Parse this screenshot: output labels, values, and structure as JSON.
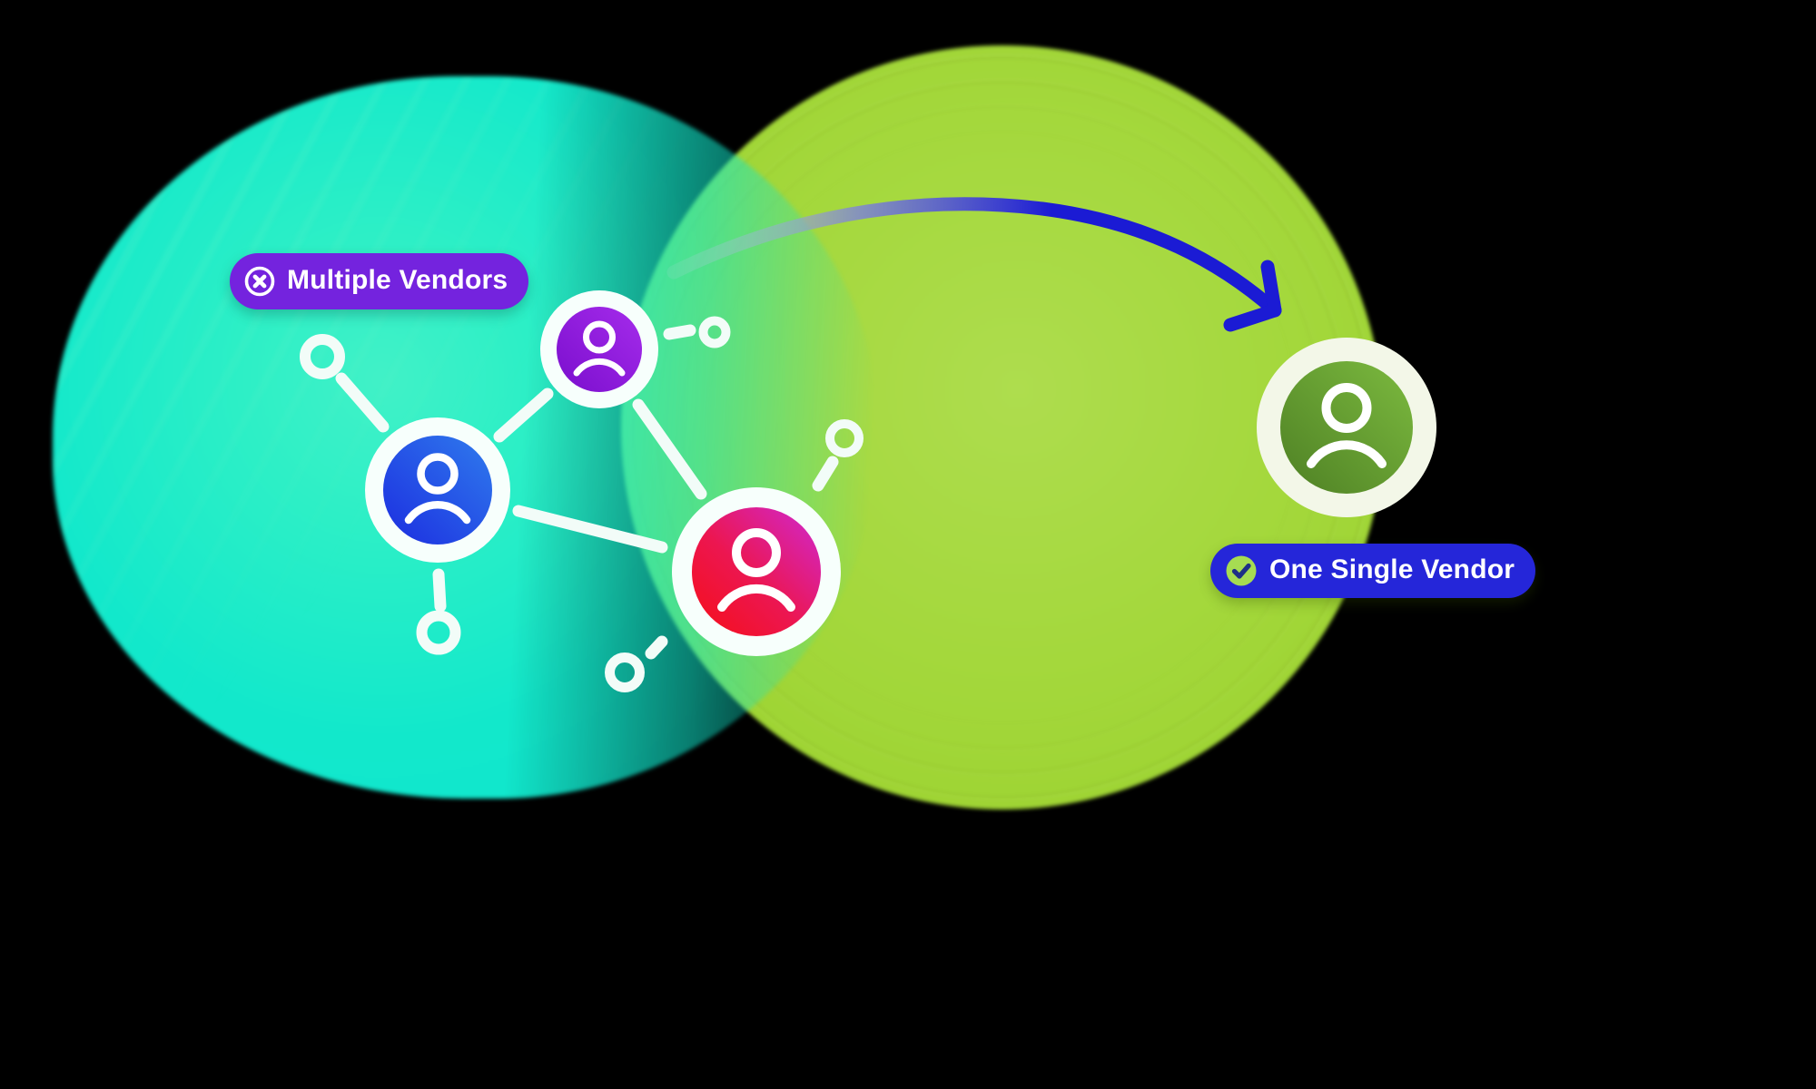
{
  "badges": {
    "multiple_vendors": {
      "label": "Multiple Vendors",
      "icon": "circle-x-icon"
    },
    "one_single_vendor": {
      "label": "One Single Vendor",
      "icon": "circle-check-icon"
    }
  },
  "graphic": {
    "left_cluster": {
      "vendor_avatars": [
        "purple-user-avatar",
        "blue-user-avatar",
        "red-user-avatar"
      ],
      "connector_node_count": 5
    },
    "right_cluster": {
      "vendor_avatars": [
        "green-user-avatar"
      ]
    },
    "arrow": "curved-arrow-left-to-right"
  },
  "colors": {
    "teal-blob": "#12e8cb",
    "teal-blob-hi": "#2defc6",
    "green-blob": "#a4d83c",
    "green-blob-hi": "#aedd4e",
    "badge-purple": "#7423de",
    "badge-blue": "#2526d9",
    "badge-text": "#ffffff",
    "arrow-blue": "#1b1bd4",
    "check-circle-green": "#a6dc52",
    "check-mark-navy": "#1e2f86",
    "node-white": "#f2fcf8",
    "ring-white": "#f7fffc",
    "ring-cream": "#f3f7e8",
    "av-purple-hi": "#a52ceb",
    "av-purple-lo": "#7a0ecd",
    "av-blue-hi": "#2f7bed",
    "av-blue-lo": "#1c2de0",
    "av-red-hi": "#cf28d2",
    "av-red-mid": "#ec1650",
    "av-red-lo": "#f60f17",
    "av-green-hi": "#7cba3f",
    "av-green-lo": "#4e8024"
  }
}
